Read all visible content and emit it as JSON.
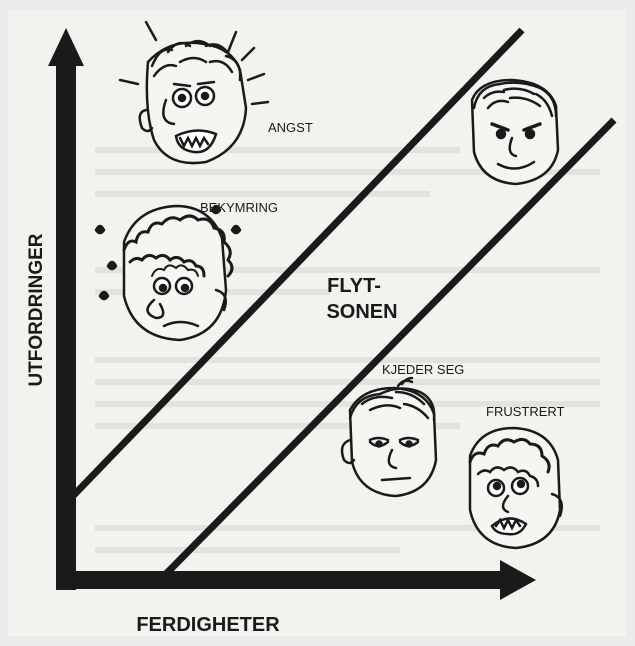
{
  "axes": {
    "y_label": "UTFORDRINGER",
    "x_label": "FERDIGHETER"
  },
  "zone_label_line1": "FLYT-",
  "zone_label_line2": "SONEN",
  "states": {
    "anxiety": "ANGST",
    "worry": "BEKYMRING",
    "boredom": "KJEDER SEG",
    "frustration": "FRUSTRERT"
  },
  "faces": {
    "anxiety": "anxious-face-icon",
    "worry": "worried-face-icon",
    "flow": "confident-face-icon",
    "boredom": "bored-face-icon",
    "frustration": "frustrated-face-icon"
  },
  "colors": {
    "ink": "#1a1a1a",
    "paper": "#f2f3ef"
  }
}
